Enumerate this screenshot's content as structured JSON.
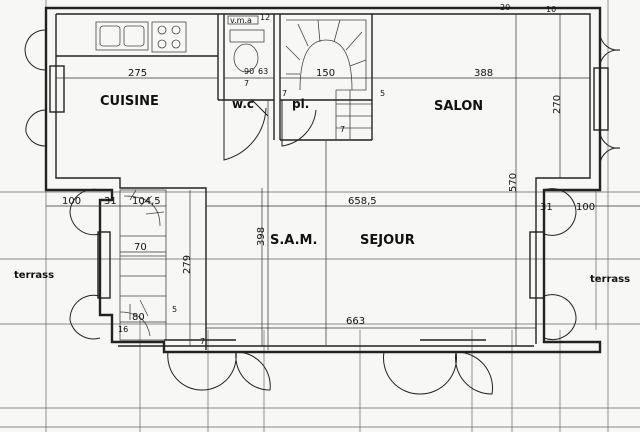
{
  "rooms": {
    "cuisine": "CUISINE",
    "wc": "w.c",
    "placard": "pl.",
    "salon": "SALON",
    "sam": "S.A.M.",
    "sejour": "SEJOUR",
    "terrasse_left": "terrass",
    "terrasse_right": "terrass",
    "vma": "v.m.a"
  },
  "dimensions": {
    "d275": "275",
    "d90": "90",
    "d150": "150",
    "d388": "388",
    "d270": "270",
    "d100_left": "100",
    "d31_left": "31",
    "d104_5": "104,5",
    "d658_5": "658,5",
    "d31_right": "31",
    "d100_right": "100",
    "d570": "570",
    "d398": "398",
    "d279": "279",
    "d70": "70",
    "d80": "80",
    "d663": "663",
    "d63": "63",
    "d7a": "7",
    "d7b": "7",
    "d7c": "7",
    "d7d": "7",
    "d5a": "5",
    "d5b": "5",
    "d12": "12",
    "d10": "10",
    "d20": "20",
    "d16": "16"
  }
}
